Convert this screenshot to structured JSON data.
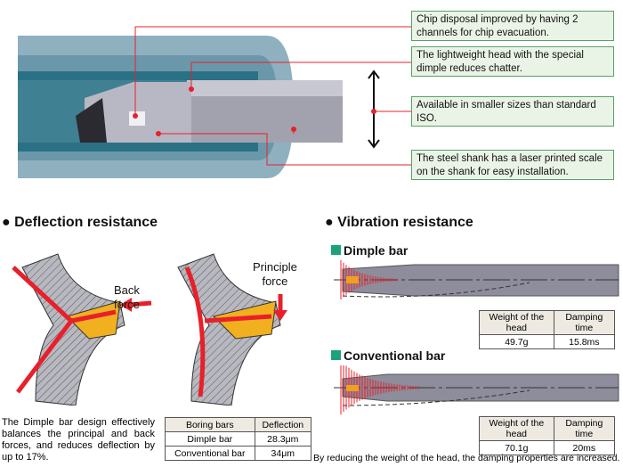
{
  "callouts": [
    "Chip disposal improved by having 2 channels for chip evacuation.",
    "The lightweight head with the special dimple reduces chatter.",
    "Available in smaller sizes than standard ISO.",
    "The steel shank has a laser printed scale on the shank for easy installation."
  ],
  "deflection": {
    "title": "Deflection resistance",
    "back_force": "Back\nforce",
    "principle_force": "Principle\nforce",
    "description": "The Dimple bar design effectively balances the principal and back forces, and reduces deflection by up to 17%.",
    "table": {
      "headers": [
        "Boring bars",
        "Deflection"
      ],
      "rows": [
        [
          "Dimple bar",
          "28.3μm"
        ],
        [
          "Conventional bar",
          "34μm"
        ]
      ]
    }
  },
  "vibration": {
    "title": "Vibration resistance",
    "dimple": {
      "label": "Dimple bar",
      "headers": [
        "Weight of the head",
        "Damping time"
      ],
      "values": [
        "49.7g",
        "15.8ms"
      ]
    },
    "conventional": {
      "label": "Conventional bar",
      "headers": [
        "Weight of the head",
        "Damping time"
      ],
      "values": [
        "70.1g",
        "20ms"
      ]
    },
    "footer": "By reducing the weight of the head, the damping properties are increased."
  },
  "colors": {
    "accent_red": "#e8202a",
    "callout_border": "#5aa06a",
    "callout_fill": "#eaf4e6",
    "section_square": "#1aa37a",
    "workpiece": "#8fb0bf",
    "tool": "#9a9aa6"
  }
}
